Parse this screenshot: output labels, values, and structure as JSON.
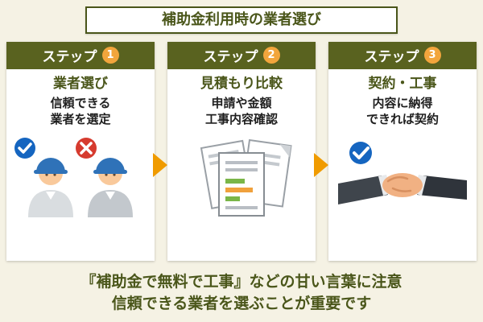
{
  "title": "補助金利用時の業者選び",
  "steps": [
    {
      "header_label": "ステップ",
      "number": "1",
      "title": "業者選び",
      "desc_line1": "信頼できる",
      "desc_line2": "業者を選定",
      "icon": "workers-approve-reject-icon"
    },
    {
      "header_label": "ステップ",
      "number": "2",
      "title": "見積もり比較",
      "desc_line1": "申請や金額",
      "desc_line2": "工事内容確認",
      "icon": "estimate-documents-icon"
    },
    {
      "header_label": "ステップ",
      "number": "3",
      "title": "契約・工事",
      "desc_line1": "内容に納得",
      "desc_line2": "できれば契約",
      "icon": "handshake-agreement-icon"
    }
  ],
  "footer": {
    "line1": "『補助金で無料で工事』などの甘い言葉に注意",
    "line2": "信頼できる業者を選ぶことが重要です"
  },
  "colors": {
    "background": "#f5f2e4",
    "accent_green": "#4a561a",
    "header_olive": "#59621f",
    "number_badge_orange": "#f2a53c",
    "arrow_orange": "#f09b00",
    "check_blue": "#1565c0",
    "cross_red": "#d63b2f",
    "doc_bar_green": "#7ab648",
    "doc_bar_orange": "#f0a13c"
  }
}
